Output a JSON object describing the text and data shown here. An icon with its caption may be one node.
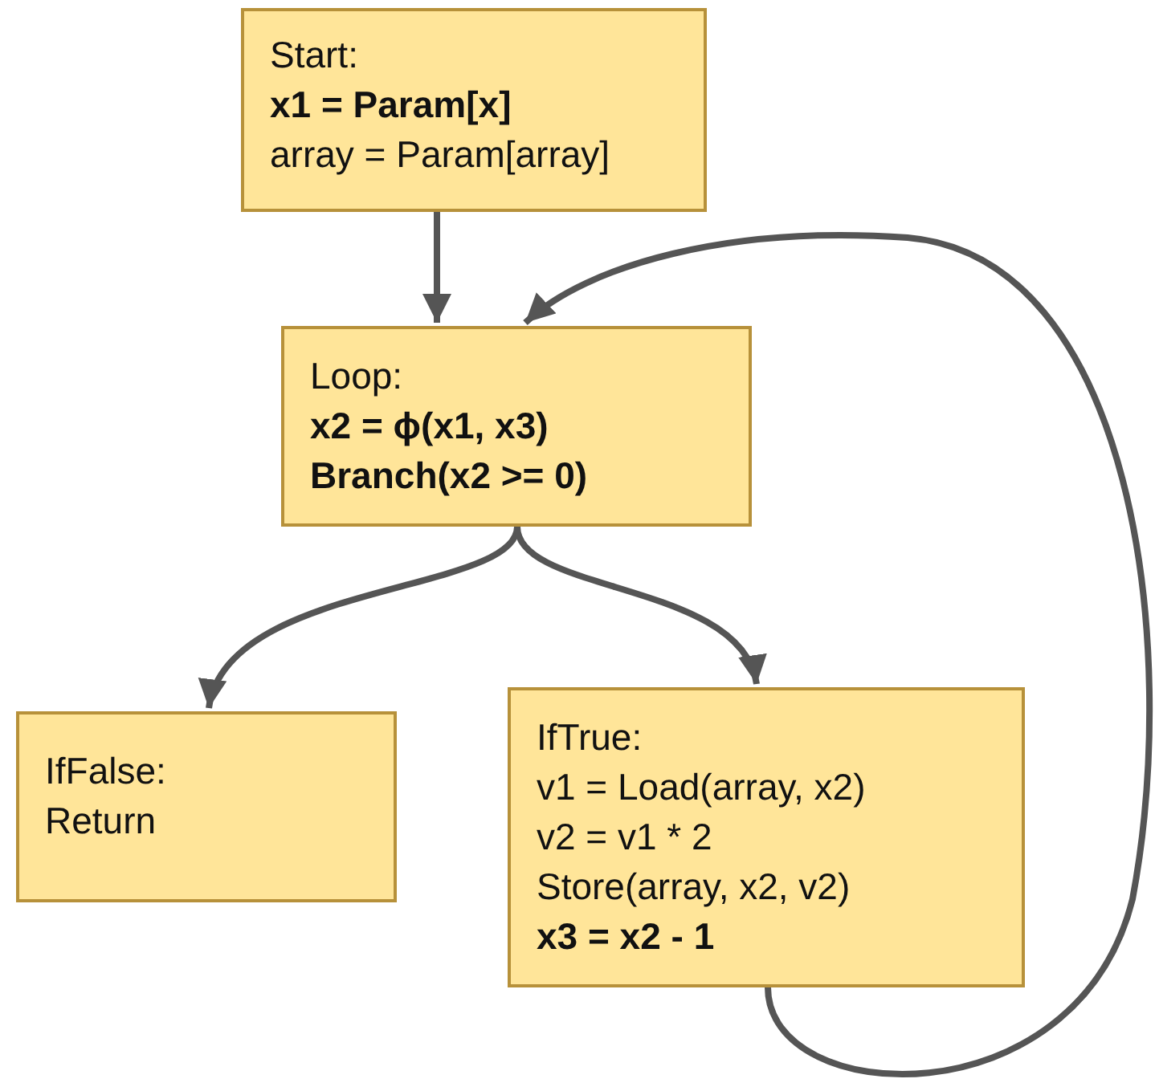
{
  "diagram": {
    "nodes": [
      {
        "text": [
          "Start:",
          "**x1 = Param[x]**",
          "array = Param[array]"
        ]
      },
      {
        "text": [
          "Loop:",
          "**x2 = ϕ(x1, x3)**",
          "**Branch(x2 >= 0)**"
        ]
      },
      {
        "text": [
          "IfFalse:",
          "Return"
        ]
      },
      {
        "text": [
          "IfTrue:",
          "v1 = Load(array, x2)",
          "v2 = v1 * 2",
          "Store(array, x2, v2)",
          "**x3 = x2 - 1**"
        ]
      }
    ],
    "edges": [
      {
        "from": 0,
        "to": 1,
        "arrow": "to"
      },
      {
        "from": 1,
        "to": 2,
        "arrow": "to"
      },
      {
        "from": 1,
        "to": 3,
        "arrow": "to"
      },
      {
        "from": 3,
        "to": 1,
        "arrow": "to"
      }
    ]
  }
}
